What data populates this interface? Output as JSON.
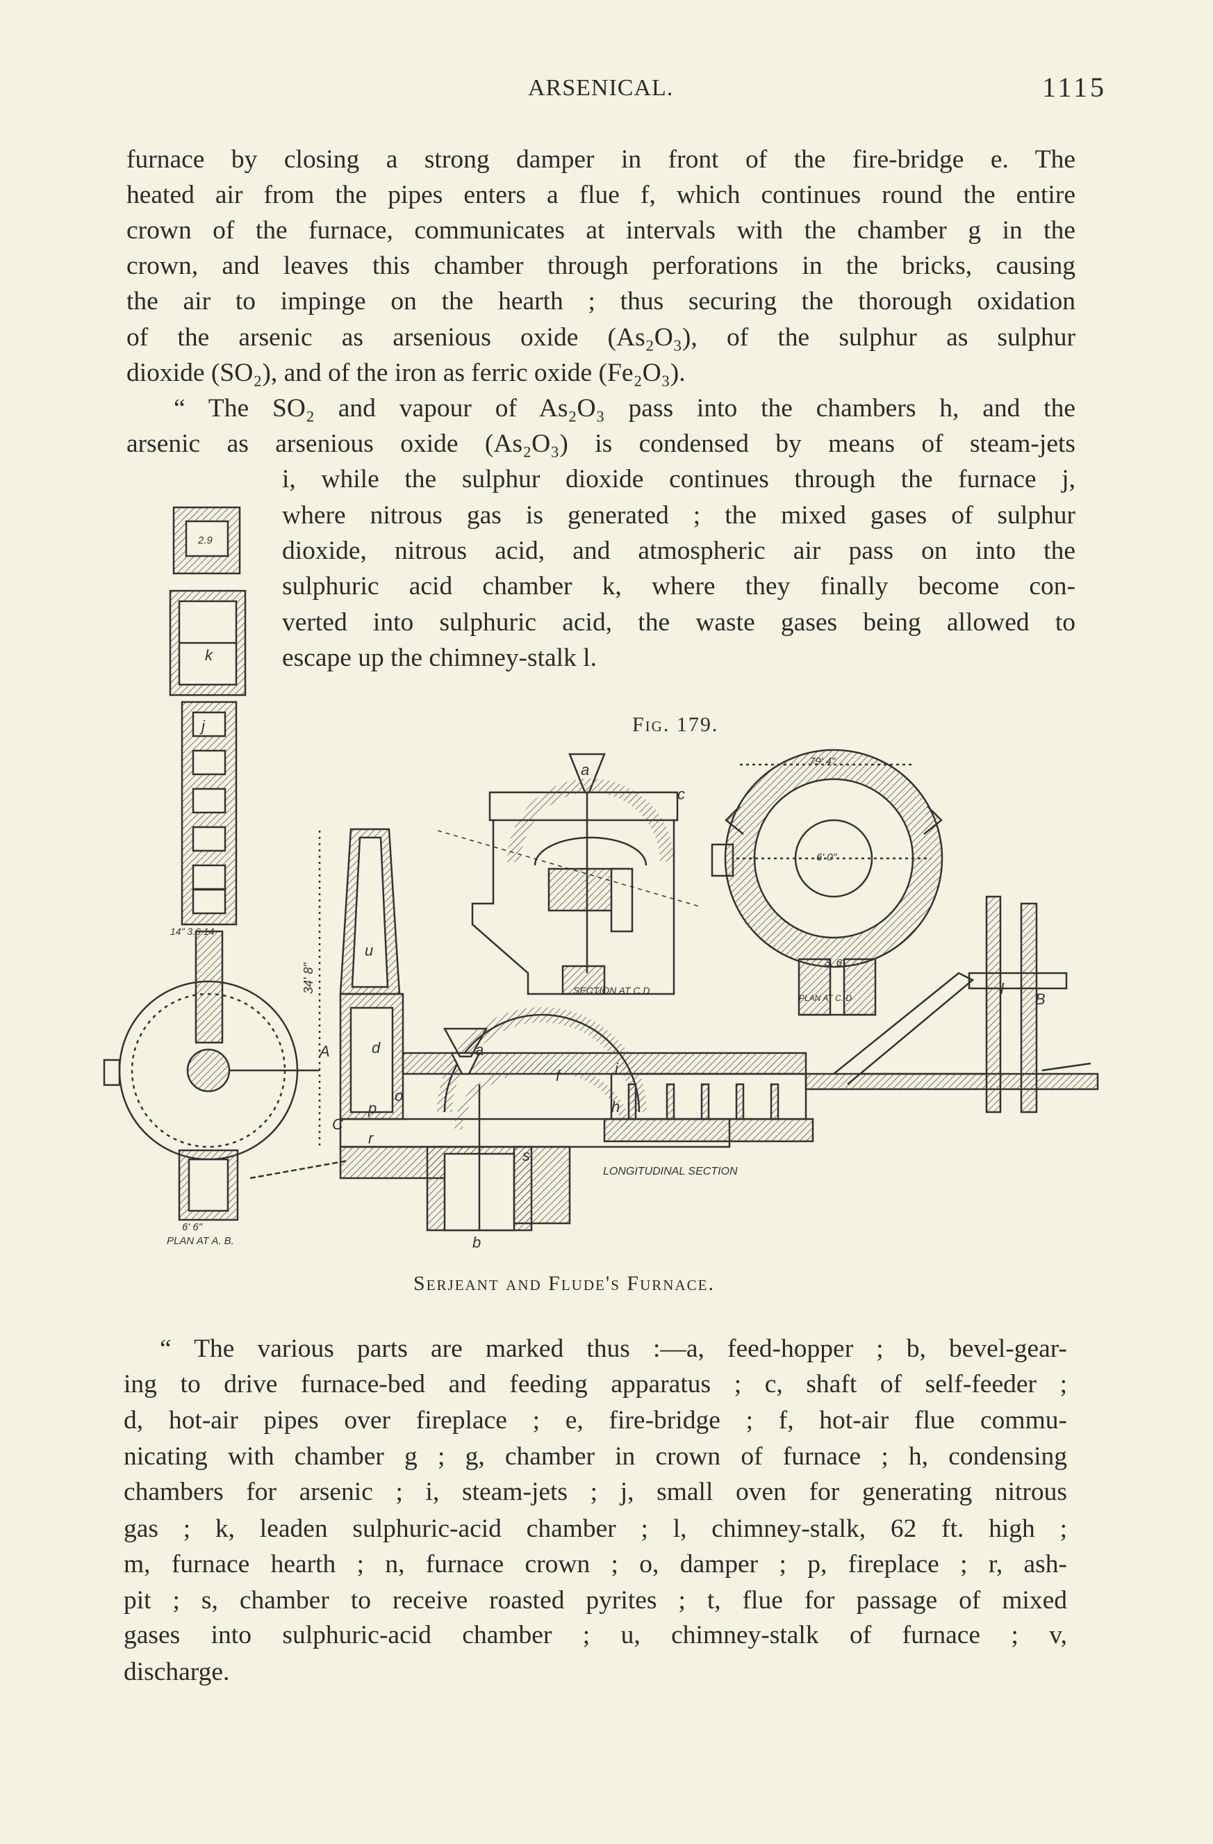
{
  "header": {
    "running_title": "ARSENICAL.",
    "page_number": "1115"
  },
  "body_top": [
    "furnace by closing a strong damper in front of the fire-bridge e. The",
    "heated air from the pipes enters a flue f, which continues round the entire",
    "crown of the furnace, communicates at intervals with the chamber g in the",
    "crown, and leaves this chamber through perforations in the bricks, causing",
    "the air to impinge on the hearth ; thus securing the thorough oxidation",
    "of the arsenic as arsenious oxide (As₂O₃), of the sulphur as sulphur",
    "dioxide (SO₂), and of the iron as ferric oxide (Fe₂O₃).",
    "“ The SO₂ and vapour of As₂O₃ pass into the chambers h, and the",
    "arsenic as arsenious oxide (As₂O₃) is condensed by means of steam-jets",
    "i, while the sulphur dioxide continues through the furnace j,",
    "where nitrous gas is generated ; the mixed gases of sulphur",
    "dioxide, nitrous acid, and atmospheric air pass on into the",
    "sulphuric acid chamber k, where they finally become con-",
    "verted into sulphuric acid, the waste gases being allowed to",
    "escape up the chimney-stalk l."
  ],
  "figure": {
    "number": "Fig. 179.",
    "caption": "Serjeant and Flude's Furnace.",
    "labels": {
      "section_cd": "SECTION AT C.D",
      "plan_cd": "PLAN AT C. D",
      "plan_ab": "PLAN AT A. B.",
      "longitudinal": "LONGITUDINAL SECTION",
      "dim_width": "79' 4\"",
      "dim_inner": "6' 0\"",
      "dim_flue": "3. 6",
      "dim_height": "34' 8\"",
      "dim_base": "6' 6\"",
      "dim_chamber": "14\" 3.6 14",
      "dim_top_box": "2.9",
      "a": "a",
      "b": "b",
      "c": "c",
      "d": "d",
      "f": "f",
      "h": "h",
      "i": "i",
      "j": "j",
      "k": "k",
      "l": "l",
      "o": "o",
      "p": "p",
      "r": "r",
      "s": "s",
      "u": "u",
      "A": "A",
      "B": "B",
      "C": "C"
    }
  },
  "body_bottom": [
    "“ The various parts are marked thus :—a, feed-hopper ; b, bevel-gear-",
    "ing to drive furnace-bed and feeding apparatus ; c, shaft of self-feeder ;",
    "d, hot-air pipes over fireplace ; e, fire-bridge ; f, hot-air flue commu-",
    "nicating with chamber g ; g, chamber in crown of furnace ; h, condensing",
    "chambers for arsenic ; i, steam-jets ; j, small oven for generating nitrous",
    "gas ; k, leaden sulphuric-acid chamber ; l, chimney-stalk, 62 ft. high ;",
    "m, furnace hearth ; n, furnace crown ; o, damper ; p, fireplace ; r, ash-",
    "pit ; s, chamber to receive roasted pyrites ; t, flue for passage of mixed",
    "gases into sulphuric-acid chamber ; u, chimney-stalk of furnace ; v,",
    "discharge."
  ]
}
